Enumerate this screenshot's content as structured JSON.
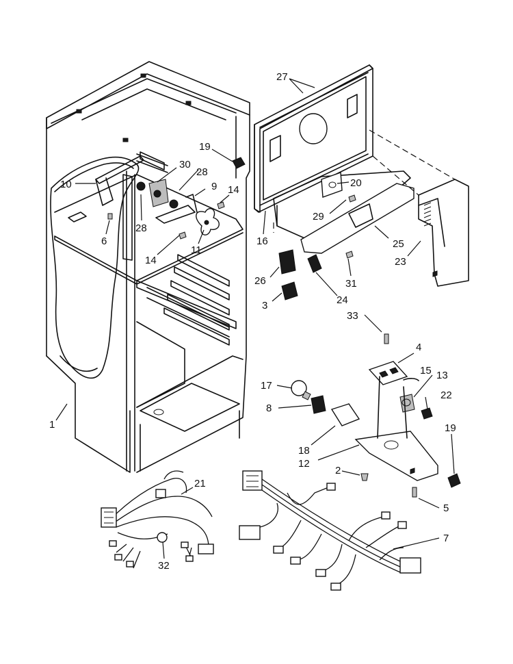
{
  "diagram": {
    "callouts": [
      {
        "id": "c27",
        "label": "27"
      },
      {
        "id": "c19a",
        "label": "19"
      },
      {
        "id": "c30",
        "label": "30"
      },
      {
        "id": "c28a",
        "label": "28"
      },
      {
        "id": "c9",
        "label": "9"
      },
      {
        "id": "c10",
        "label": "10"
      },
      {
        "id": "c14a",
        "label": "14"
      },
      {
        "id": "c20",
        "label": "20"
      },
      {
        "id": "c28b",
        "label": "28"
      },
      {
        "id": "c29",
        "label": "29"
      },
      {
        "id": "c6",
        "label": "6"
      },
      {
        "id": "c11",
        "label": "11"
      },
      {
        "id": "c16",
        "label": "16"
      },
      {
        "id": "c25",
        "label": "25"
      },
      {
        "id": "c14b",
        "label": "14"
      },
      {
        "id": "c23",
        "label": "23"
      },
      {
        "id": "c26",
        "label": "26"
      },
      {
        "id": "c31",
        "label": "31"
      },
      {
        "id": "c3",
        "label": "3"
      },
      {
        "id": "c24",
        "label": "24"
      },
      {
        "id": "c33",
        "label": "33"
      },
      {
        "id": "c4",
        "label": "4"
      },
      {
        "id": "c15",
        "label": "15"
      },
      {
        "id": "c13",
        "label": "13"
      },
      {
        "id": "c17",
        "label": "17"
      },
      {
        "id": "c22",
        "label": "22"
      },
      {
        "id": "c8",
        "label": "8"
      },
      {
        "id": "c1",
        "label": "1"
      },
      {
        "id": "c18",
        "label": "18"
      },
      {
        "id": "c19b",
        "label": "19"
      },
      {
        "id": "c12",
        "label": "12"
      },
      {
        "id": "c2",
        "label": "2"
      },
      {
        "id": "c21",
        "label": "21"
      },
      {
        "id": "c5",
        "label": "5"
      },
      {
        "id": "c7",
        "label": "7"
      },
      {
        "id": "c32",
        "label": "32"
      }
    ]
  }
}
